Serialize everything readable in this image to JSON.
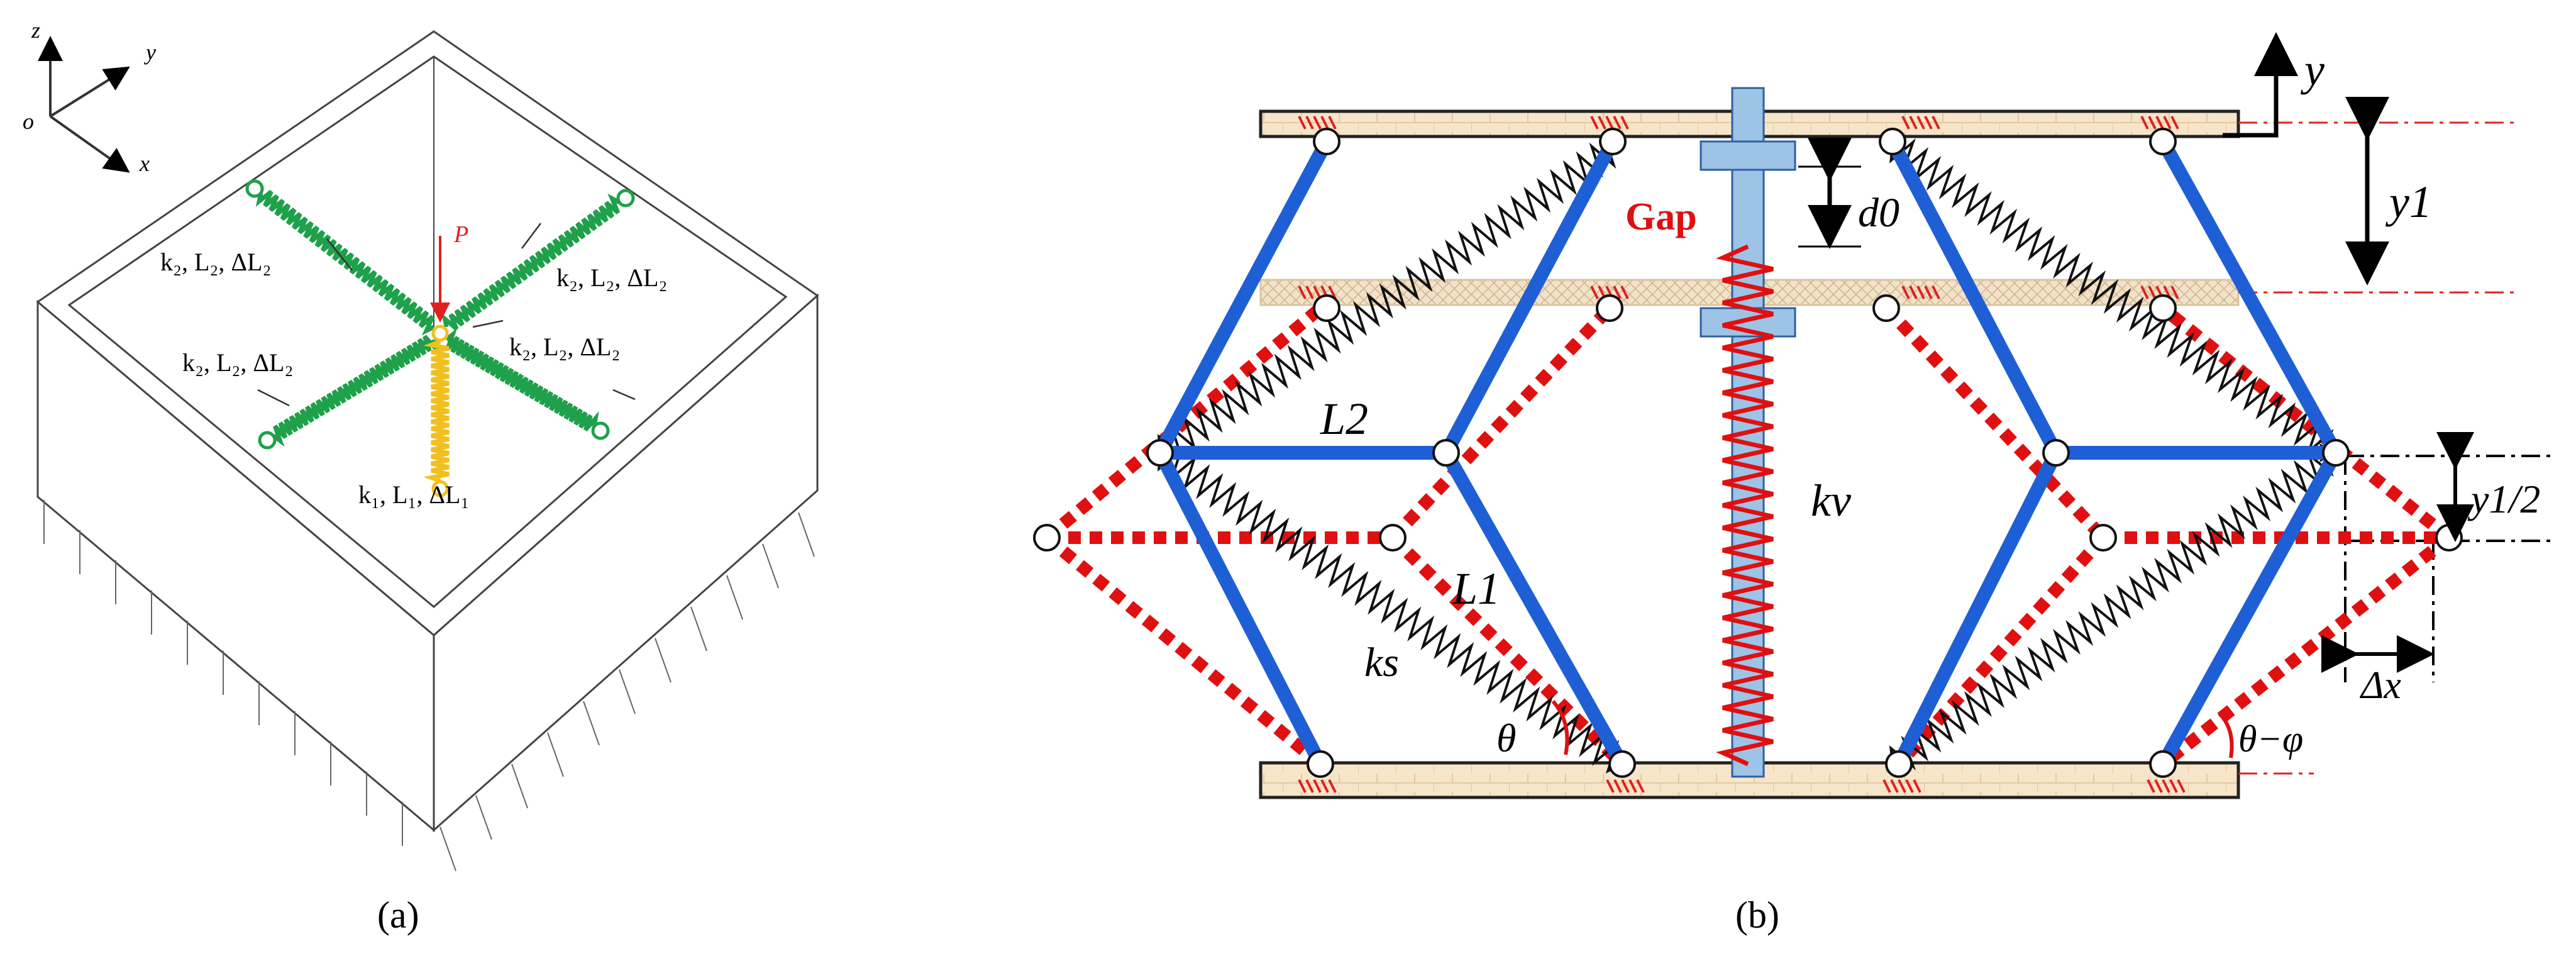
{
  "panel_a": {
    "caption": "(a)",
    "axes": {
      "z": "z",
      "y": "y",
      "x": "x",
      "o": "o"
    },
    "load_label": "P",
    "spring_labels": {
      "top_left": "k₂, L₂, ΔL₂",
      "top_right": "k₂, L₂, ΔL₂",
      "mid_left": "k₂, L₂, ΔL₂",
      "mid_right": "k₂, L₂, ΔL₂",
      "vertical": "k₁, L₁, ΔL₁"
    },
    "colors": {
      "horizontal_springs": "#1fa04a",
      "vertical_spring": "#f0c020",
      "load": "#e02020"
    }
  },
  "panel_b": {
    "caption": "(b)",
    "labels": {
      "gap": "Gap",
      "d0": "d0",
      "y": "y",
      "y1": "y1",
      "y1_half": "y1/2",
      "L2": "L2",
      "L1": "L1",
      "kv": "kv",
      "ks": "ks",
      "theta": "θ",
      "theta_minus_phi": "θ−φ",
      "delta_x": "Δx"
    },
    "colors": {
      "links": "#1f5fd6",
      "deformed": "#e01010",
      "vertical_spring": "#e01010",
      "plates": "#f6e3c6",
      "rod": "#9dc3e6"
    }
  }
}
